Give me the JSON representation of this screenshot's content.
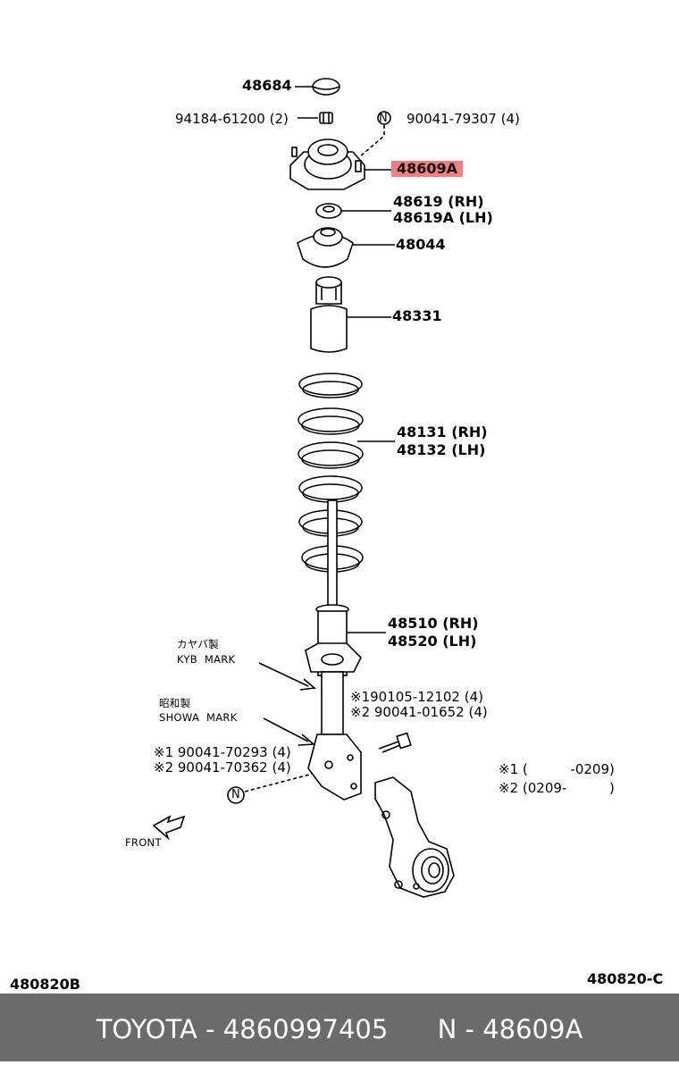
{
  "labels": {
    "p48684": "48684",
    "p94184": "94184-61200 (2)",
    "p90041_79307": "90041-79307 (4)",
    "p48609a": "48609A",
    "p48619_rh": "48619   (RH)",
    "p48619a_lh": "48619A (LH)",
    "p48044": "48044",
    "p48331": "48331",
    "p48131_rh": "48131 (RH)",
    "p48132_lh": "48132 (LH)",
    "p48510_rh": "48510 (RH)",
    "p48520_lh": "48520 (LH)",
    "kyb_jp": "カヤバ製",
    "kyb_mark": "KYB  MARK",
    "showa_jp": "昭和製",
    "showa_mark": "SHOWA  MARK",
    "p90105": "※190105-12102 (4)",
    "p90041_01652": "※2 90041-01652 (4)",
    "p90041_70293": "※1 90041-70293 (4)",
    "p90041_70362": "※2 90041-70362 (4)",
    "note1": "※1 (          -0209)",
    "note2": "※2 (0209-          )",
    "n_symbol": "N",
    "front": "FRONT",
    "diagram_left": "480820B",
    "diagram_right": "480820-C"
  },
  "footer": {
    "text": "TOYOTA - 4860997405      N - 48609A"
  },
  "colors": {
    "highlight": "#f08080",
    "footer_bg": "#6b6b6b",
    "footer_text": "#ffffff",
    "line": "#000000"
  }
}
